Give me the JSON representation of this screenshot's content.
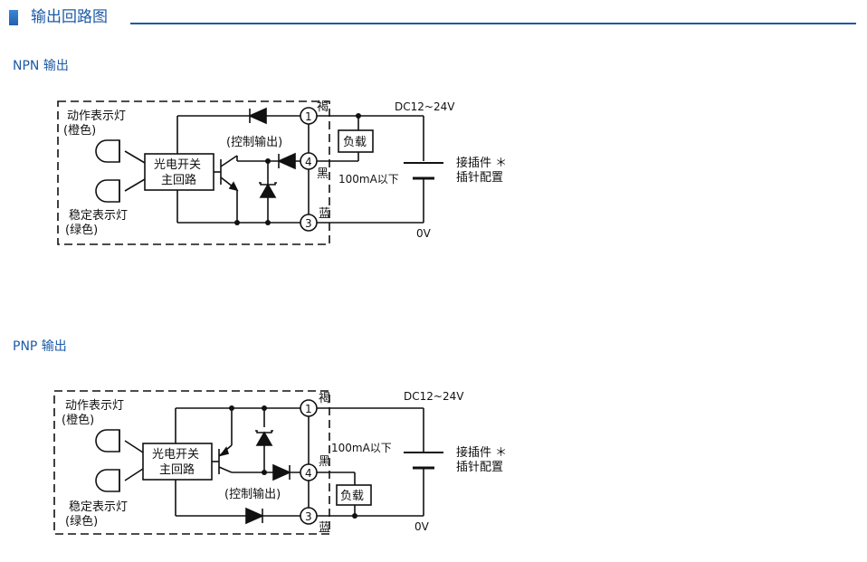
{
  "header": {
    "title": "输出回路图"
  },
  "npn": {
    "title": "NPN 输出",
    "op_lamp": "动作表示灯",
    "op_lamp_color": "(橙色)",
    "stable_lamp": "稳定表示灯",
    "stable_lamp_color": "(绿色)",
    "main_circuit_1": "光电开关",
    "main_circuit_2": "主回路",
    "control_output": "(控制输出)",
    "pin1": "1",
    "pin4": "4",
    "pin3": "3",
    "wire_brown": "褐",
    "wire_black": "黑",
    "wire_blue": "蓝",
    "load": "负载",
    "current": "100mA以下",
    "supply": "DC12~24V",
    "zero_v": "0V",
    "connector_1": "接插件 ＊",
    "connector_2": "插针配置"
  },
  "pnp": {
    "title": "PNP 输出",
    "op_lamp": "动作表示灯",
    "op_lamp_color": "(橙色)",
    "stable_lamp": "稳定表示灯",
    "stable_lamp_color": "(绿色)",
    "main_circuit_1": "光电开关",
    "main_circuit_2": "主回路",
    "control_output": "(控制输出)",
    "pin1": "1",
    "pin4": "4",
    "pin3": "3",
    "wire_brown": "褐",
    "wire_black": "黑",
    "wire_blue": "蓝",
    "load": "负载",
    "current": "100mA以下",
    "supply": "DC12~24V",
    "zero_v": "0V",
    "connector_1": "接插件 ＊",
    "connector_2": "插针配置"
  }
}
